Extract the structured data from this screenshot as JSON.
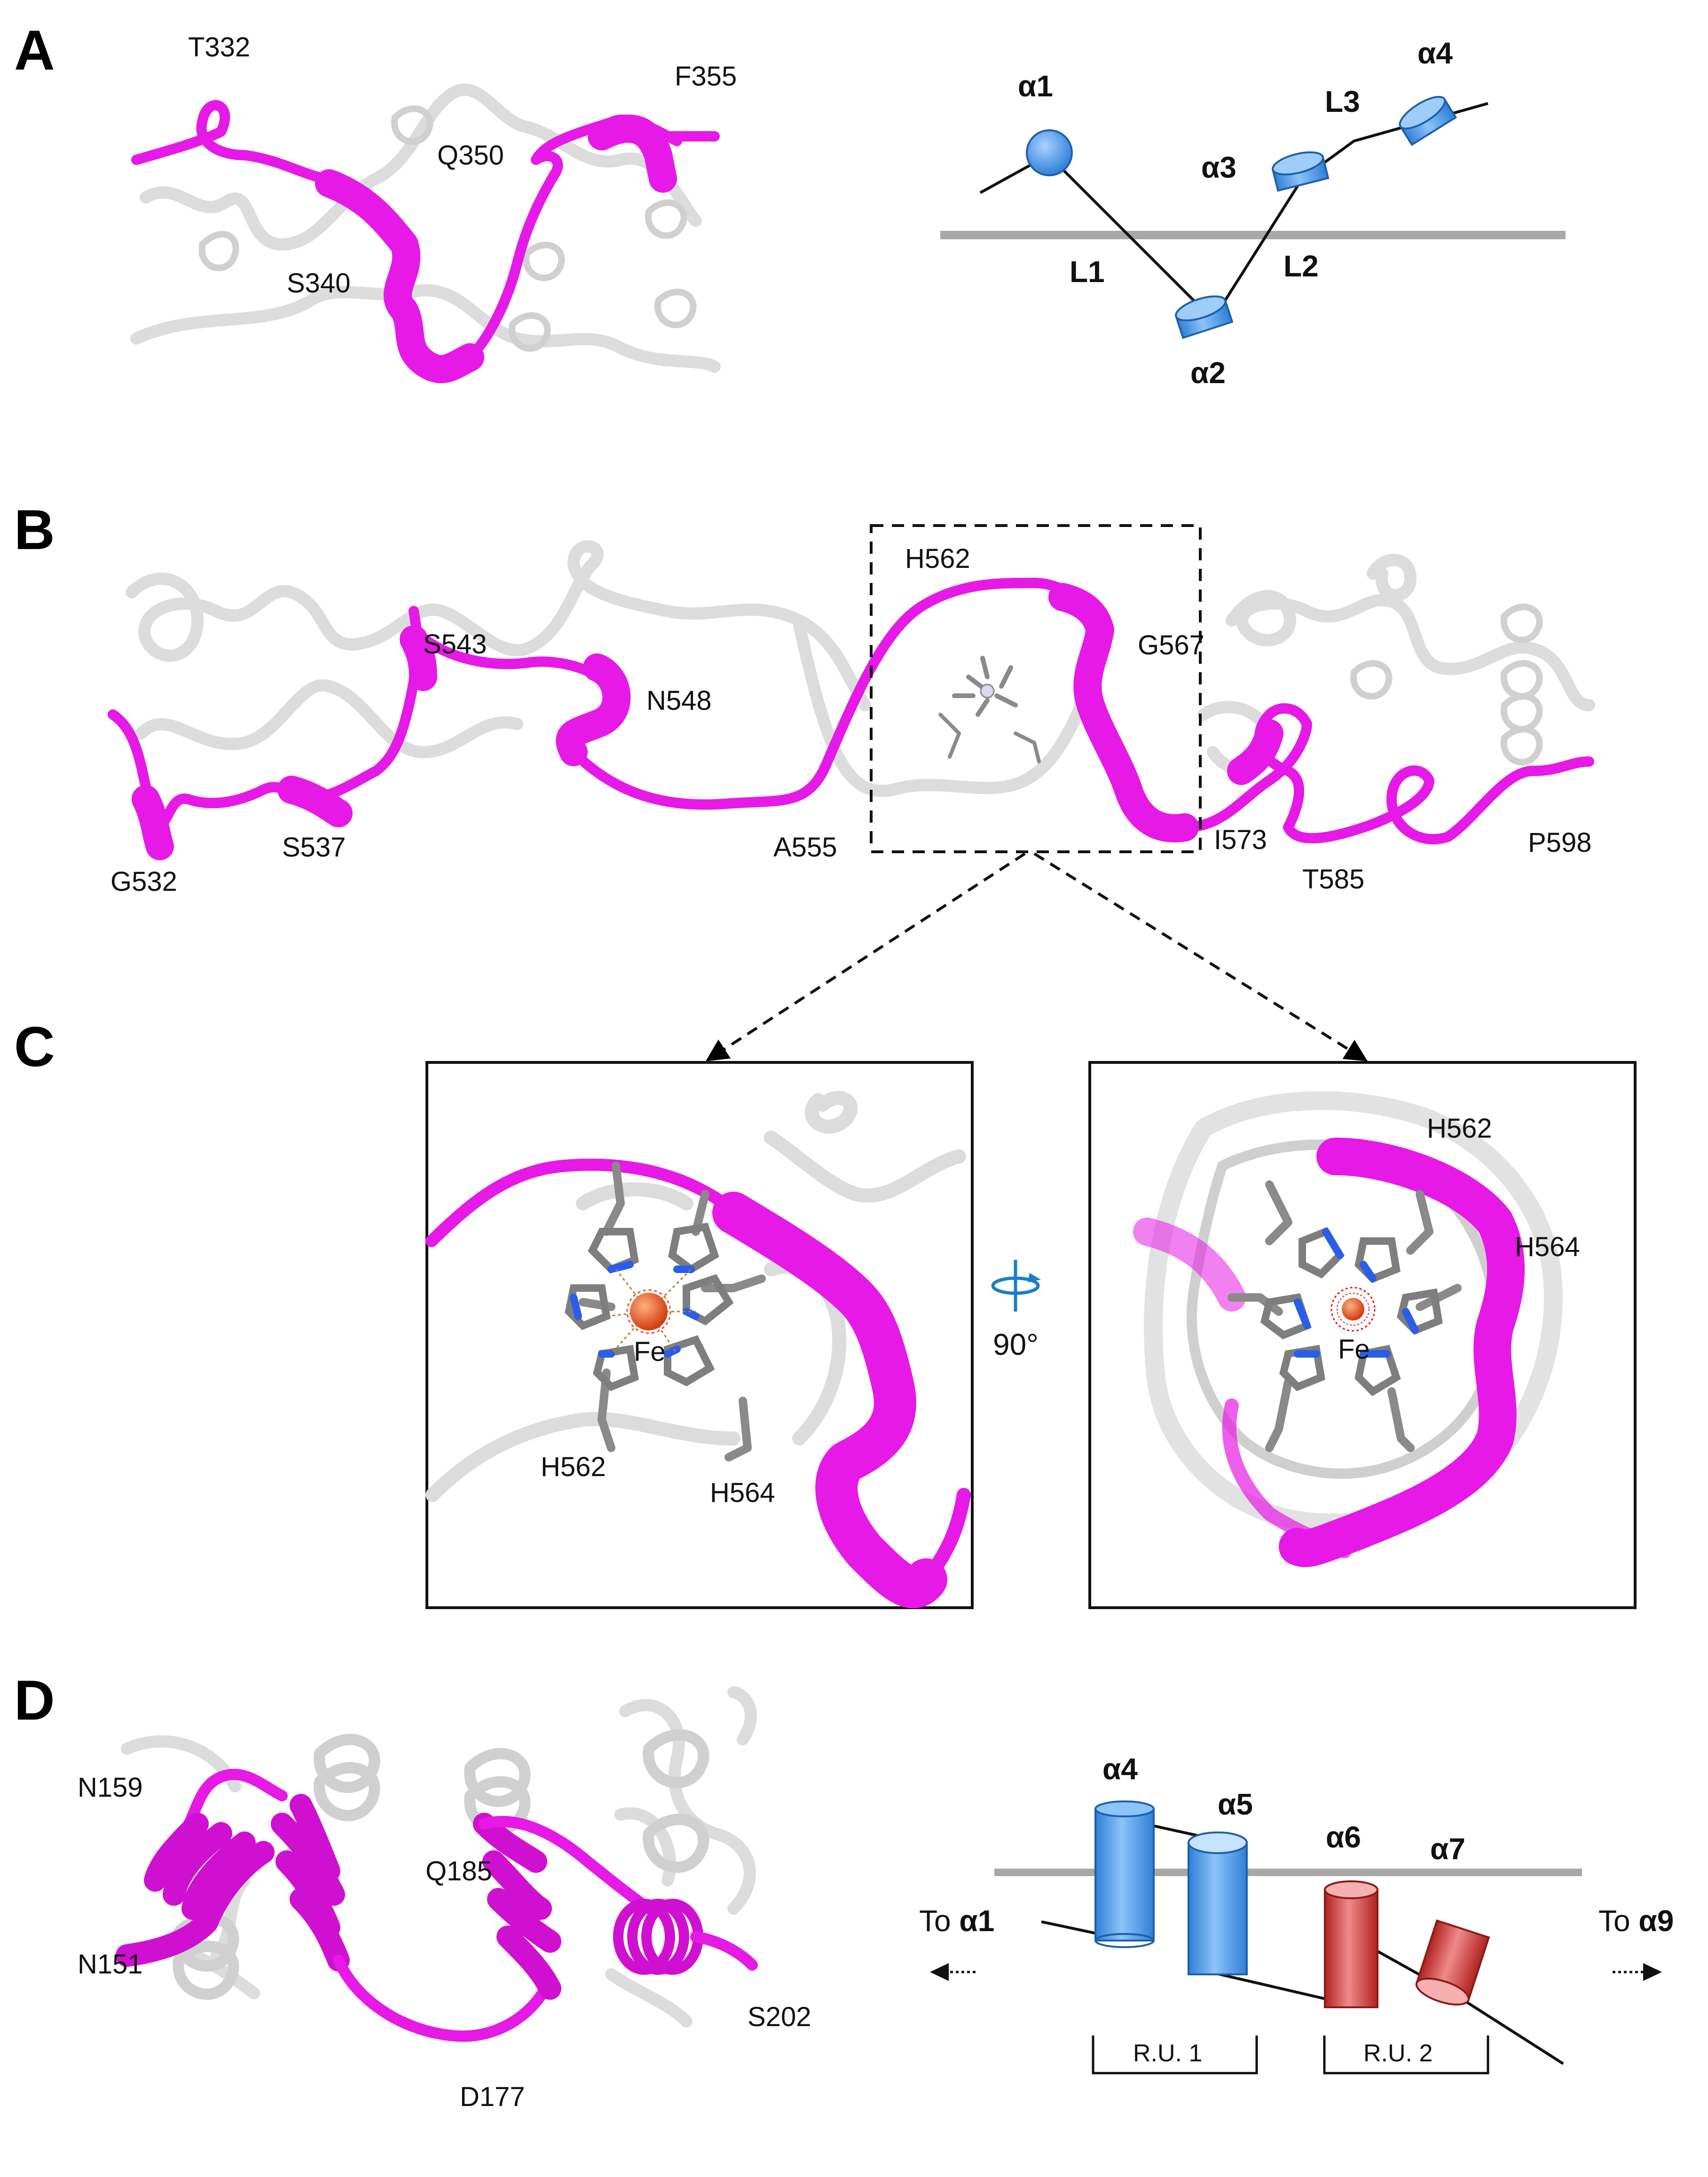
{
  "panel_labels": {
    "a": "A",
    "b": "B",
    "c": "C",
    "d": "D"
  },
  "panel_a": {
    "residues": {
      "t332": "T332",
      "f355": "F355",
      "q350": "Q350",
      "s340": "S340"
    },
    "scheme": {
      "alpha1": "α1",
      "alpha2": "α2",
      "alpha3": "α3",
      "alpha4": "α4",
      "l1": "L1",
      "l2": "L2",
      "l3": "L3"
    },
    "colors": {
      "helix": "#4a9be8",
      "membrane": "#a8a8a8"
    }
  },
  "panel_b": {
    "residues": {
      "h562": "H562",
      "s543": "S543",
      "g567": "G567",
      "n548": "N548",
      "g532": "G532",
      "s537": "S537",
      "a555": "A555",
      "i573": "I573",
      "t585": "T585",
      "p598": "P598"
    }
  },
  "panel_c": {
    "left": {
      "fe": "Fe",
      "h562": "H562",
      "h564": "H564"
    },
    "right": {
      "fe": "Fe",
      "h562": "H562",
      "h564": "H564"
    },
    "rotation": "90°",
    "colors": {
      "iron": "#e8501c",
      "nitrogen": "#2a5ee8",
      "rotation_icon": "#1a7fc4"
    }
  },
  "panel_d": {
    "residues": {
      "n159": "N159",
      "q185": "Q185",
      "n151": "N151",
      "s202": "S202",
      "d177": "D177"
    },
    "scheme": {
      "alpha4": "α4",
      "alpha5": "α5",
      "alpha6": "α6",
      "alpha7": "α7",
      "to_left_prefix": "To ",
      "to_left_target": "α1",
      "to_right_prefix": "To ",
      "to_right_target": "α9",
      "ru1": "R.U. 1",
      "ru2": "R.U. 2"
    },
    "colors": {
      "blue_helix": "#4a9be8",
      "red_helix": "#c8302e",
      "membrane": "#a8a8a8"
    }
  },
  "colors": {
    "highlight": "#e619e6",
    "backbone": "#dcdcdc"
  }
}
